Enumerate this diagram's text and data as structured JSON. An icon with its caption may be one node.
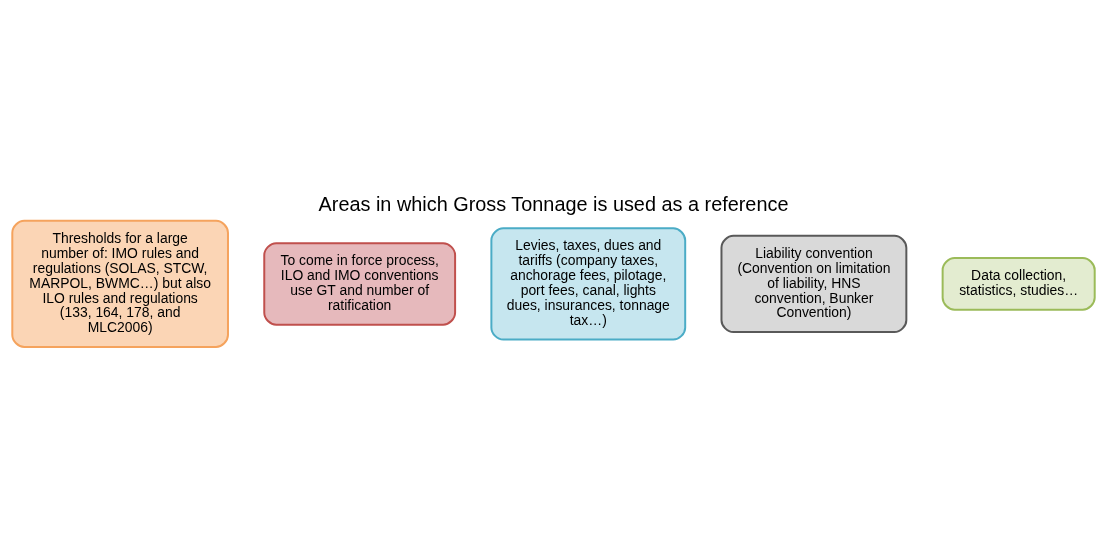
{
  "diagram": {
    "title": "Areas in which Gross Tonnage is used as a reference",
    "nodes": [
      {
        "text": [
          "Thresholds for a large number of: IMO rules and regulations (SOLAS, STCW, MARPOL, BWMC…) but also ILO rules and regulations (133, 164, 178, and MLC2006)"
        ]
      },
      {
        "text": [
          "To come in force process, ILO and IMO conventions use GT and number of ratification"
        ]
      },
      {
        "text": [
          "Levies, taxes, dues and tariffs (company taxes, anchorage fees, pilotage, port fees, canal, lights dues, insurances, tonnage tax…)"
        ]
      },
      {
        "text": [
          "Liability convention (Convention on limitation of liability, HNS convention, Bunker Convention)"
        ]
      },
      {
        "text": [
          "Data collection, statistics, studies…"
        ]
      }
    ],
    "edges": []
  }
}
